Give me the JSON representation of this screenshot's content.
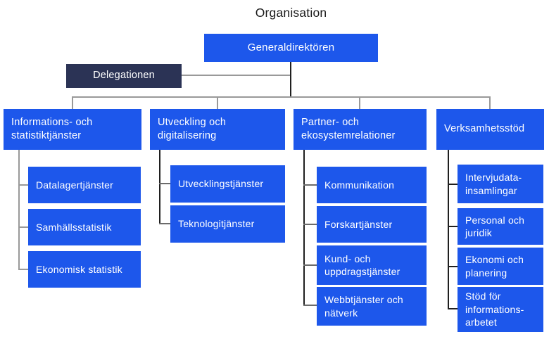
{
  "title": "Organisation",
  "root": {
    "label": "Generaldirektören"
  },
  "delegation": {
    "label": "Delegationen"
  },
  "columns": [
    {
      "header": "Informations- och statistiktjänster",
      "children": [
        "Datalagertjänster",
        "Samhällsstatistik",
        "Ekonomisk statistik"
      ]
    },
    {
      "header": "Utveckling och digitalisering",
      "children": [
        "Utvecklingstjänster",
        "Teknologitjänster"
      ]
    },
    {
      "header": "Partner- och ekosystemrelationer",
      "children": [
        "Kommunikation",
        "Forskartjänster",
        "Kund- och uppdragstjänster",
        "Webbtjänster och nätverk"
      ]
    },
    {
      "header": "Verksamhetsstöd",
      "children": [
        "Intervjudata-insamlingar",
        "Personal och juridik",
        "Ekonomi och planering",
        "Stöd för informations-arbetet"
      ]
    }
  ],
  "colors": {
    "box_blue": "#1d57eb",
    "box_navy": "#2b3355",
    "connector_gray": "#999999",
    "connector_dark": "#1f1f1f",
    "box_text": "#ffffff",
    "title_text": "#1a1a1a"
  }
}
